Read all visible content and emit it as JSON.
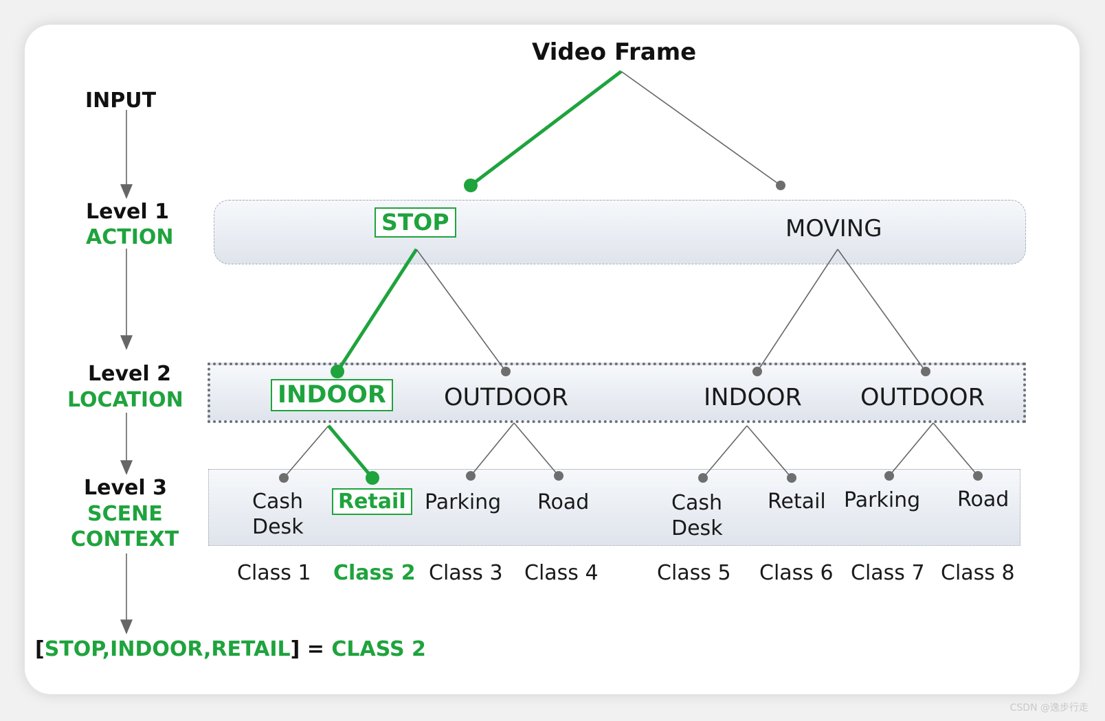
{
  "colors": {
    "accent_green": "#1fa33d",
    "edge_gray": "#666666",
    "dot_gray": "#6e6e6e"
  },
  "input_label": "INPUT",
  "video_frame": "Video Frame",
  "levels": [
    {
      "title": "Level 1",
      "name": "ACTION"
    },
    {
      "title": "Level 2",
      "name": "LOCATION"
    },
    {
      "title": "Level 3",
      "name_line1": "SCENE",
      "name_line2": "CONTEXT"
    }
  ],
  "level1_nodes": {
    "stop": "STOP",
    "moving": "MOVING"
  },
  "level2_nodes": {
    "indoor_a": "INDOOR",
    "outdoor_a": "OUTDOOR",
    "indoor_b": "INDOOR",
    "outdoor_b": "OUTDOOR"
  },
  "level3_nodes": {
    "cash_desk_a_1": "Cash",
    "cash_desk_a_2": "Desk",
    "retail_a": "Retail",
    "parking_a": "Parking",
    "road_a": "Road",
    "cash_desk_b_1": "Cash",
    "cash_desk_b_2": "Desk",
    "retail_b": "Retail",
    "parking_b": "Parking",
    "road_b": "Road"
  },
  "classes": [
    "Class 1",
    "Class 2",
    "Class 3",
    "Class 4",
    "Class 5",
    "Class 6",
    "Class 7",
    "Class 8"
  ],
  "result": {
    "bracket_open": "[",
    "path": "STOP,INDOOR,RETAIL",
    "bracket_close": "]",
    "equals": " = ",
    "class_label": "CLASS 2"
  },
  "watermark": "CSDN @逸步行走"
}
